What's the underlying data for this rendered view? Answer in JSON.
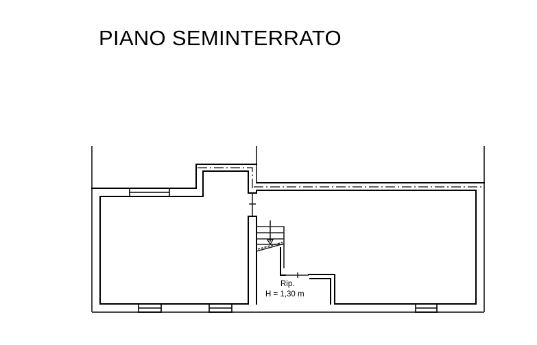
{
  "drawing": {
    "title": "PIANO SEMINTERRATO",
    "rooms": [
      {
        "name": "ripostiglio",
        "label": "Rip.",
        "height_label": "H = 1,30 m"
      }
    ],
    "colors": {
      "line": "#000000",
      "background": "#ffffff"
    }
  }
}
